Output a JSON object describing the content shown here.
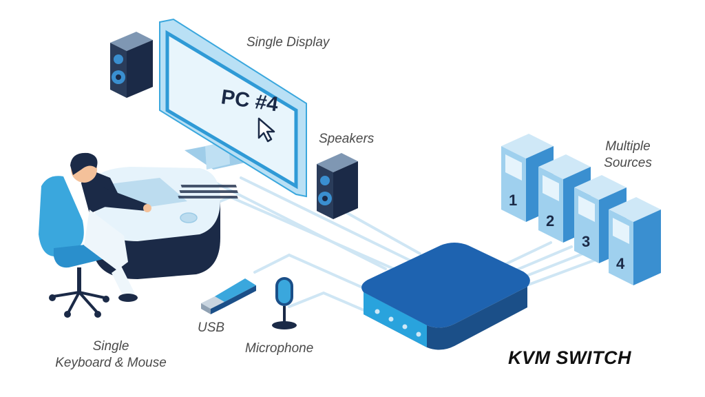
{
  "labels": {
    "single_display": "Single Display",
    "speakers": "Speakers",
    "multiple_sources_line1": "Multiple",
    "multiple_sources_line2": "Sources",
    "usb": "USB",
    "microphone": "Microphone",
    "keyboard_mouse_line1": "Single",
    "keyboard_mouse_line2": "Keyboard & Mouse",
    "kvm_switch": "KVM SWITCH"
  },
  "monitor": {
    "screen_text": "PC #4"
  },
  "sources": [
    "1",
    "2",
    "3",
    "4"
  ],
  "colors": {
    "primary_blue": "#1e63b0",
    "light_blue": "#29a3dd",
    "pale_blue": "#d3ebf8",
    "navy": "#1b2a47",
    "cable": "#c9e4f3"
  }
}
